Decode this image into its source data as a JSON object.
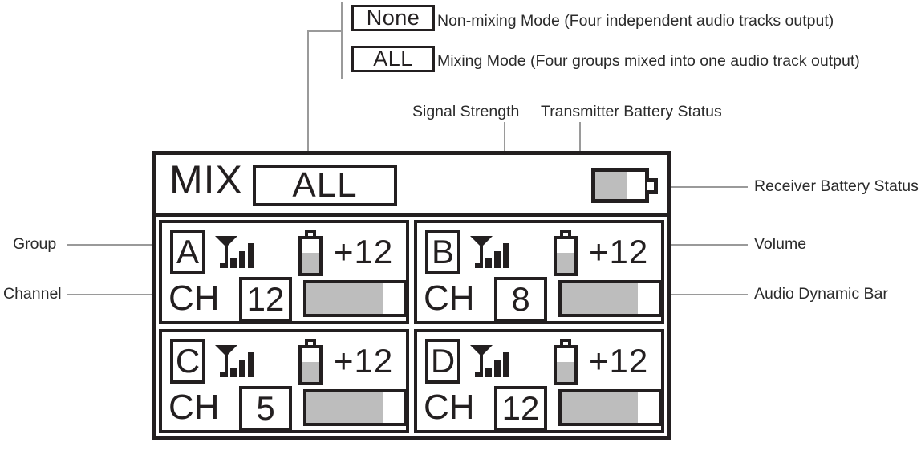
{
  "legend": {
    "modes": [
      {
        "code": "None",
        "description": "Non-mixing Mode (Four independent audio tracks output)"
      },
      {
        "code": "ALL",
        "description": "Mixing Mode (Four groups mixed into one audio track output)"
      }
    ]
  },
  "annotations": {
    "signal_strength": "Signal Strength",
    "transmitter_battery": "Transmitter Battery Status",
    "receiver_battery": "Receiver Battery Status",
    "group": "Group",
    "channel": "Channel",
    "volume": "Volume",
    "audio_dynamic_bar": "Audio Dynamic Bar"
  },
  "display": {
    "mix_label": "MIX",
    "mix_value": "ALL",
    "receiver_battery": {
      "icon": "battery-horizontal-icon",
      "level_percent": 65
    },
    "channels": [
      {
        "group": "A",
        "signal_icon": "antenna-signal-icon",
        "signal_bars": 4,
        "transmitter_battery": {
          "icon": "battery-vertical-icon",
          "level_percent": 60
        },
        "volume": "+12",
        "ch_label": "CH",
        "channel": "12",
        "audio_bar": {
          "icon": "audio-level-bar",
          "level_percent": 78
        }
      },
      {
        "group": "B",
        "signal_icon": "antenna-signal-icon",
        "signal_bars": 4,
        "transmitter_battery": {
          "icon": "battery-vertical-icon",
          "level_percent": 60
        },
        "volume": "+12",
        "ch_label": "CH",
        "channel": "8",
        "audio_bar": {
          "icon": "audio-level-bar",
          "level_percent": 78
        }
      },
      {
        "group": "C",
        "signal_icon": "antenna-signal-icon",
        "signal_bars": 4,
        "transmitter_battery": {
          "icon": "battery-vertical-icon",
          "level_percent": 60
        },
        "volume": "+12",
        "ch_label": "CH",
        "channel": "5",
        "audio_bar": {
          "icon": "audio-level-bar",
          "level_percent": 78
        }
      },
      {
        "group": "D",
        "signal_icon": "antenna-signal-icon",
        "signal_bars": 4,
        "transmitter_battery": {
          "icon": "battery-vertical-icon",
          "level_percent": 60
        },
        "volume": "+12",
        "ch_label": "CH",
        "channel": "12",
        "audio_bar": {
          "icon": "audio-level-bar",
          "level_percent": 78
        }
      }
    ]
  },
  "colors": {
    "outline": "#231f20",
    "fill_gray": "#bdbdbd",
    "leader_line": "#9a9a9a",
    "background": "#ffffff"
  }
}
